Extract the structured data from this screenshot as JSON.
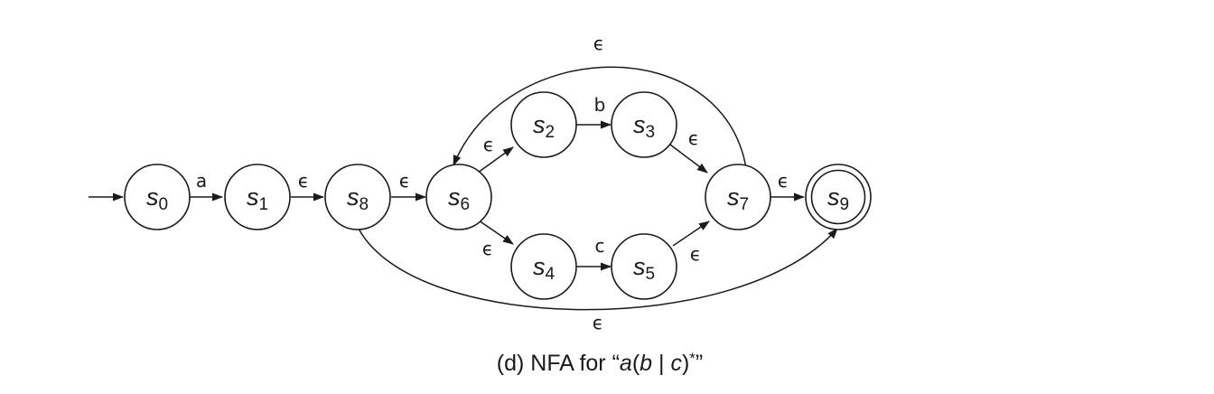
{
  "diagram": {
    "states": [
      {
        "id": "s0",
        "letter": "s",
        "sub": "0",
        "accepting": false
      },
      {
        "id": "s1",
        "letter": "s",
        "sub": "1",
        "accepting": false
      },
      {
        "id": "s8",
        "letter": "s",
        "sub": "8",
        "accepting": false
      },
      {
        "id": "s6",
        "letter": "s",
        "sub": "6",
        "accepting": false
      },
      {
        "id": "s2",
        "letter": "s",
        "sub": "2",
        "accepting": false
      },
      {
        "id": "s3",
        "letter": "s",
        "sub": "3",
        "accepting": false
      },
      {
        "id": "s4",
        "letter": "s",
        "sub": "4",
        "accepting": false
      },
      {
        "id": "s5",
        "letter": "s",
        "sub": "5",
        "accepting": false
      },
      {
        "id": "s7",
        "letter": "s",
        "sub": "7",
        "accepting": false
      },
      {
        "id": "s9",
        "letter": "s",
        "sub": "9",
        "accepting": true
      }
    ],
    "start_state": "s0",
    "transitions": [
      {
        "from": "s0",
        "to": "s1",
        "label": "a"
      },
      {
        "from": "s1",
        "to": "s8",
        "label": "ϵ"
      },
      {
        "from": "s8",
        "to": "s6",
        "label": "ϵ"
      },
      {
        "from": "s6",
        "to": "s2",
        "label": "ϵ"
      },
      {
        "from": "s2",
        "to": "s3",
        "label": "b"
      },
      {
        "from": "s3",
        "to": "s7",
        "label": "ϵ"
      },
      {
        "from": "s6",
        "to": "s4",
        "label": "ϵ"
      },
      {
        "from": "s4",
        "to": "s5",
        "label": "c"
      },
      {
        "from": "s5",
        "to": "s7",
        "label": "ϵ"
      },
      {
        "from": "s7",
        "to": "s9",
        "label": "ϵ"
      },
      {
        "from": "s7",
        "to": "s6",
        "label": "ϵ"
      },
      {
        "from": "s8",
        "to": "s9",
        "label": "ϵ"
      }
    ]
  },
  "caption": {
    "prefix": "(d) NFA for “",
    "a": "a",
    "open": "(",
    "b": "b",
    "bar": " | ",
    "c": "c",
    "close": ")",
    "star": "*",
    "suffix": "”"
  }
}
